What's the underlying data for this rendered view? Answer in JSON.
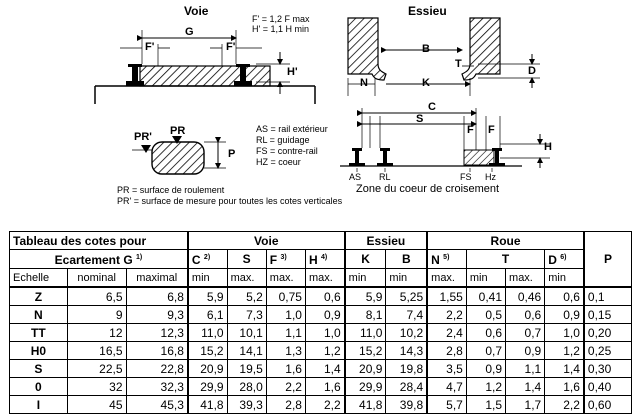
{
  "diagram": {
    "voie_title": "Voie",
    "essieu_title": "Essieu",
    "formula_f": "F' = 1,2 F max",
    "formula_h": "H' = 1,1 H min",
    "voie_labels": {
      "g": "G",
      "f_left": "F'",
      "f_right": "F'",
      "h": "H'"
    },
    "essieu_labels": {
      "b": "B",
      "k": "K",
      "n": "N",
      "t": "T",
      "d": "D"
    },
    "rail_labels": {
      "pr_prime": "PR'",
      "pr": "PR",
      "p": "P"
    },
    "legend_pr": "PR = surface de roulement",
    "legend_pr_prime": "PR' = surface de mesure pour toutes les cotes verticales",
    "legend_codes": [
      "AS = rail extérieur",
      "RL = guidage",
      "FS = contre-rail",
      "HZ = coeur"
    ],
    "coeur_labels": {
      "c": "C",
      "s": "S",
      "f1": "F",
      "f2": "F",
      "h": "H",
      "as": "AS",
      "rl": "RL",
      "fs": "FS",
      "hz": "Hz"
    },
    "coeur_caption": "Zone du coeur de croisement"
  },
  "table": {
    "title": "Tableau des cotes pour",
    "subtitle": "Ecartement G",
    "subtitle_note": "1)",
    "groups": [
      "Voie",
      "Essieu",
      "Roue"
    ],
    "voie_cols": [
      {
        "name": "C",
        "note": "2)"
      },
      {
        "name": "S",
        "note": ""
      },
      {
        "name": "F",
        "note": "3)"
      },
      {
        "name": "H",
        "note": "4)"
      }
    ],
    "essieu_cols": [
      {
        "name": "K"
      },
      {
        "name": "B"
      }
    ],
    "roue_cols": [
      {
        "name": "N",
        "note": "5)"
      },
      {
        "name": "T",
        "note": ""
      },
      {
        "name": "D",
        "note": "6)"
      }
    ],
    "p_col": "P",
    "units_head": [
      "Echelle",
      "nominal",
      "maximal"
    ],
    "units": [
      "min",
      "max.",
      "max.",
      "max.",
      "min",
      "min",
      "max.",
      "min",
      "max.",
      "min"
    ],
    "rows": [
      {
        "echelle": "Z",
        "cells": [
          "6,5",
          "6,8",
          "5,9",
          "5,2",
          "0,75",
          "0,6",
          "5,9",
          "5,25",
          "1,55",
          "0,41",
          "0,46",
          "0,6",
          "0,1"
        ]
      },
      {
        "echelle": "N",
        "cells": [
          "9",
          "9,3",
          "6,1",
          "7,3",
          "1,0",
          "0,9",
          "8,1",
          "7,4",
          "2,2",
          "0,5",
          "0,6",
          "0,9",
          "0,15"
        ]
      },
      {
        "echelle": "TT",
        "cells": [
          "12",
          "12,3",
          "11,0",
          "10,1",
          "1,1",
          "1,0",
          "11,0",
          "10,2",
          "2,4",
          "0,6",
          "0,7",
          "1,0",
          "0,20"
        ]
      },
      {
        "echelle": "H0",
        "cells": [
          "16,5",
          "16,8",
          "15,2",
          "14,1",
          "1,3",
          "1,2",
          "15,2",
          "14,3",
          "2,8",
          "0,7",
          "0,9",
          "1,2",
          "0,25"
        ]
      },
      {
        "echelle": "S",
        "cells": [
          "22,5",
          "22,8",
          "20,9",
          "19,5",
          "1,6",
          "1,4",
          "20,9",
          "19,8",
          "3,5",
          "0,9",
          "1,1",
          "1,4",
          "0,30"
        ]
      },
      {
        "echelle": "0",
        "cells": [
          "32",
          "32,3",
          "29,9",
          "28,0",
          "2,2",
          "1,6",
          "29,9",
          "28,4",
          "4,7",
          "1,2",
          "1,4",
          "1,6",
          "0,40"
        ]
      },
      {
        "echelle": "I",
        "cells": [
          "45",
          "45,3",
          "41,8",
          "39,3",
          "2,8",
          "2,2",
          "41,8",
          "39,8",
          "5,7",
          "1,5",
          "1,7",
          "2,2",
          "0,60"
        ]
      }
    ]
  }
}
